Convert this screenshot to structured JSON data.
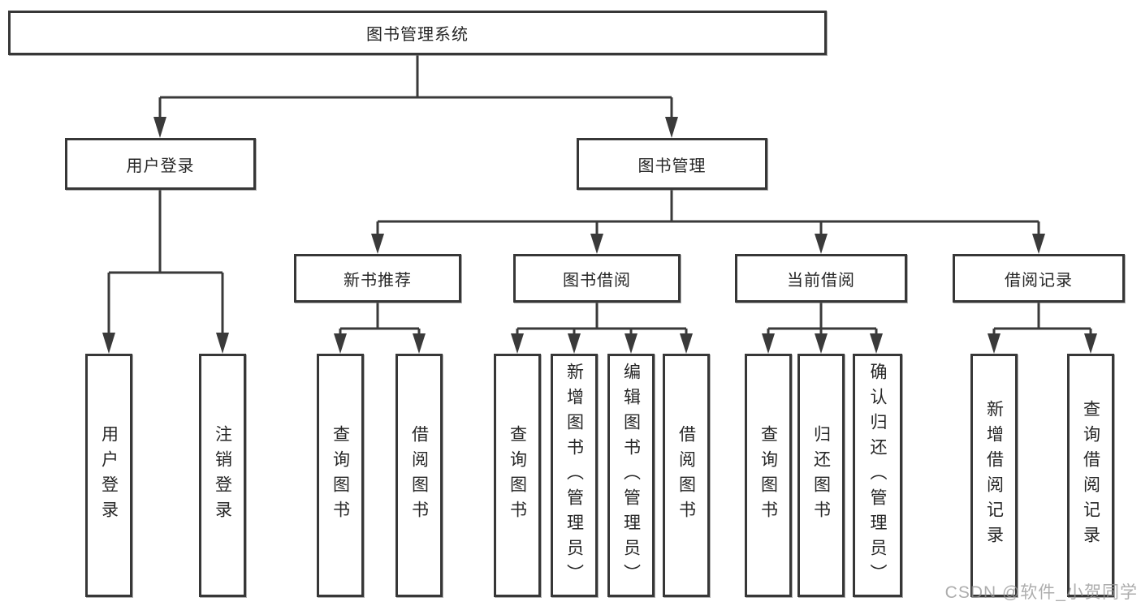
{
  "tree": {
    "root": "图书管理系统",
    "branches": [
      {
        "label": "用户登录",
        "children": [
          "用户登录",
          "注销登录"
        ]
      },
      {
        "label": "图书管理",
        "children": [
          {
            "label": "新书推荐",
            "children": [
              "查询图书",
              "借阅图书"
            ]
          },
          {
            "label": "图书借阅",
            "children": [
              "查询图书",
              "新增图书（管理员）",
              "编辑图书（管理员）",
              "借阅图书"
            ]
          },
          {
            "label": "当前借阅",
            "children": [
              "查询图书",
              "归还图书",
              "确认归还（管理员）"
            ]
          },
          {
            "label": "借阅记录",
            "children": [
              "新增借阅记录",
              "查询借阅记录"
            ]
          }
        ]
      }
    ]
  },
  "watermark": {
    "text": "CSDN @软件_小贺同学"
  },
  "colors": {
    "line": "#3a3a3a",
    "box_border": "#373737",
    "box_fill": "#ffffff",
    "text": "#262626",
    "watermark": "#969696"
  }
}
